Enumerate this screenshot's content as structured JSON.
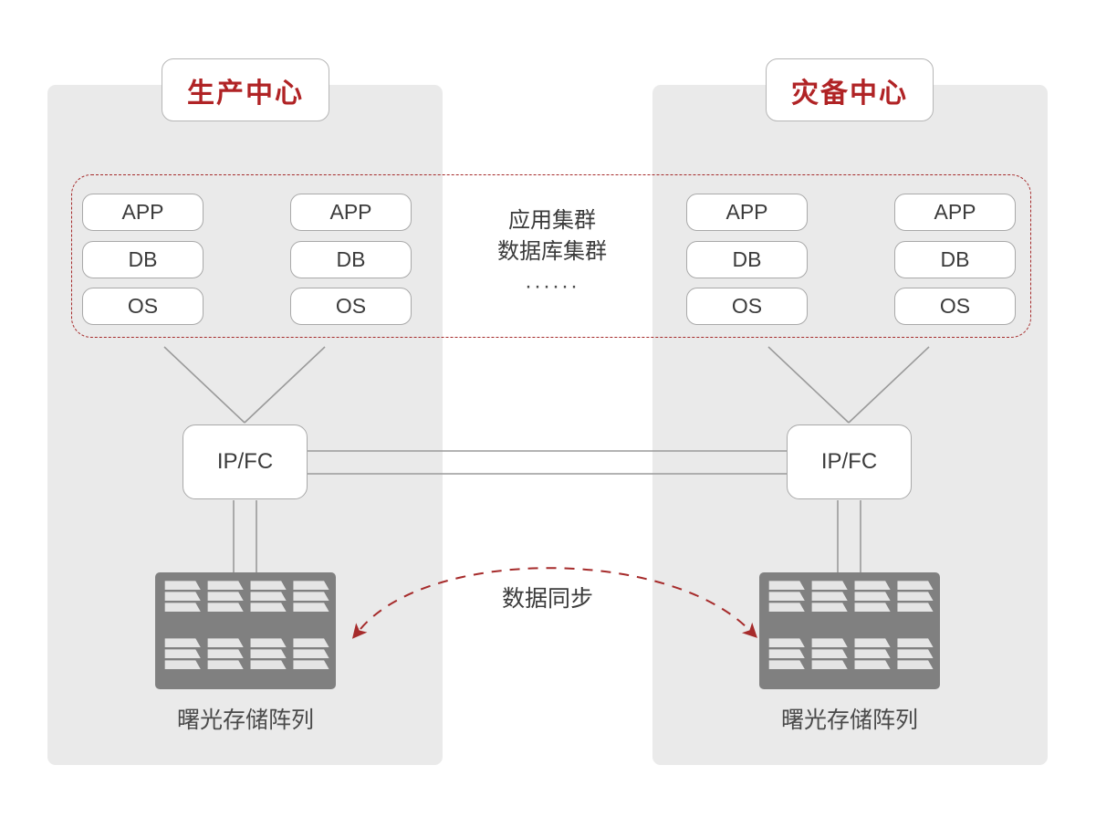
{
  "diagram": {
    "title_left": "生产中心",
    "title_right": "灾备中心",
    "colors": {
      "panel_bg": "#eaeaea",
      "accent_red": "#b02325",
      "dash_red": "#a62b2b",
      "node_border": "#a9a9a9",
      "wire_gray": "#9a9a9a",
      "storage_gray": "#808080",
      "storage_slot": "#e3e3e3",
      "text_dark": "#3b3b3b"
    }
  },
  "sites": [
    {
      "id": "production",
      "header": "生产中心",
      "columns": [
        {
          "nodes": [
            "APP",
            "DB",
            "OS"
          ]
        },
        {
          "nodes": [
            "APP",
            "DB",
            "OS"
          ]
        }
      ],
      "switch": "IP/FC",
      "storage_label": "曙光存储阵列"
    },
    {
      "id": "disaster-recovery",
      "header": "灾备中心",
      "columns": [
        {
          "nodes": [
            "APP",
            "DB",
            "OS"
          ]
        },
        {
          "nodes": [
            "APP",
            "DB",
            "OS"
          ]
        }
      ],
      "switch": "IP/FC",
      "storage_label": "曙光存储阵列"
    }
  ],
  "cluster": {
    "lines": [
      "应用集群",
      "数据库集群"
    ],
    "ellipsis": "······"
  },
  "sync": {
    "label": "数据同步",
    "direction": "bidirectional"
  },
  "storage_array": {
    "columns": 4,
    "rows_per_bank": 3,
    "banks": 2
  }
}
